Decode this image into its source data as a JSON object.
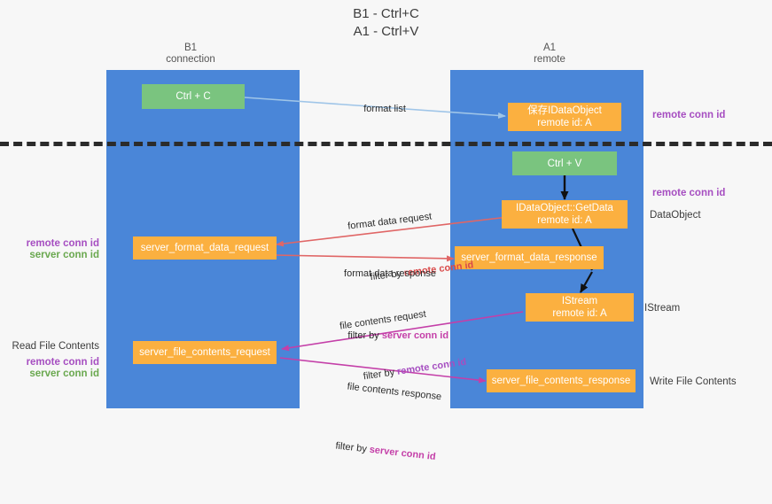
{
  "title": "B1 - Ctrl+C\nA1 - Ctrl+V",
  "columns": [
    {
      "name": "col-b1",
      "label": "B1\nconnection"
    },
    {
      "name": "col-a1",
      "label": "A1\nremote"
    }
  ],
  "nodes": {
    "ctrl_c": "Ctrl + C",
    "save_idataobject": "保存IDataObject\nremote id: A",
    "ctrl_v": "Ctrl + V",
    "getdata": "IDataObject::GetData\nremote id: A",
    "server_format_data_request": "server_format_data_request",
    "server_format_data_response": "server_format_data_response",
    "istream": "IStream\nremote id: A",
    "server_file_contents_request": "server_file_contents_request",
    "server_file_contents_response": "server_file_contents_response"
  },
  "edges": {
    "format_list": "format list",
    "format_data_request": "format data request",
    "format_data_request_filter_prefix": "filter by ",
    "format_data_request_filter_key": "remote conn id",
    "format_data_response": "format data response",
    "format_data_response_filter_prefix": "filter by ",
    "format_data_response_filter_key": "server conn id",
    "file_contents_request": "file contents request",
    "file_contents_request_filter_prefix": "filter by ",
    "file_contents_request_filter_key": "remote conn id",
    "file_contents_response": "file contents response",
    "file_contents_response_filter_prefix": "filter by ",
    "file_contents_response_filter_key": "server conn id"
  },
  "annotations": {
    "right_remote_conn_id_top": "remote conn id",
    "right_remote_conn_id_mid": "remote conn id",
    "right_dataobject": "DataObject",
    "right_istream": "IStream",
    "right_write_file_contents": "Write File Contents",
    "left_remote_conn_id": "remote conn id",
    "left_server_conn_id": "server conn id",
    "left_read_file_contents": "Read File Contents",
    "left_remote_conn_id_2": "remote conn id",
    "left_server_conn_id_2": "server conn id"
  },
  "colors": {
    "lane": "#4a86d8",
    "green_node": "#7ac47f",
    "orange_node": "#fbb040",
    "remote_conn": "#a64ec1",
    "server_conn": "#6aa84f",
    "server_conn_filter": "#c43fa8",
    "arrow_blue": "#9fc5e8",
    "arrow_red": "#e06666",
    "arrow_magenta": "#c43fa8",
    "arrow_black": "#000000",
    "divider": "#2b2b2b",
    "background": "#f7f7f7"
  }
}
